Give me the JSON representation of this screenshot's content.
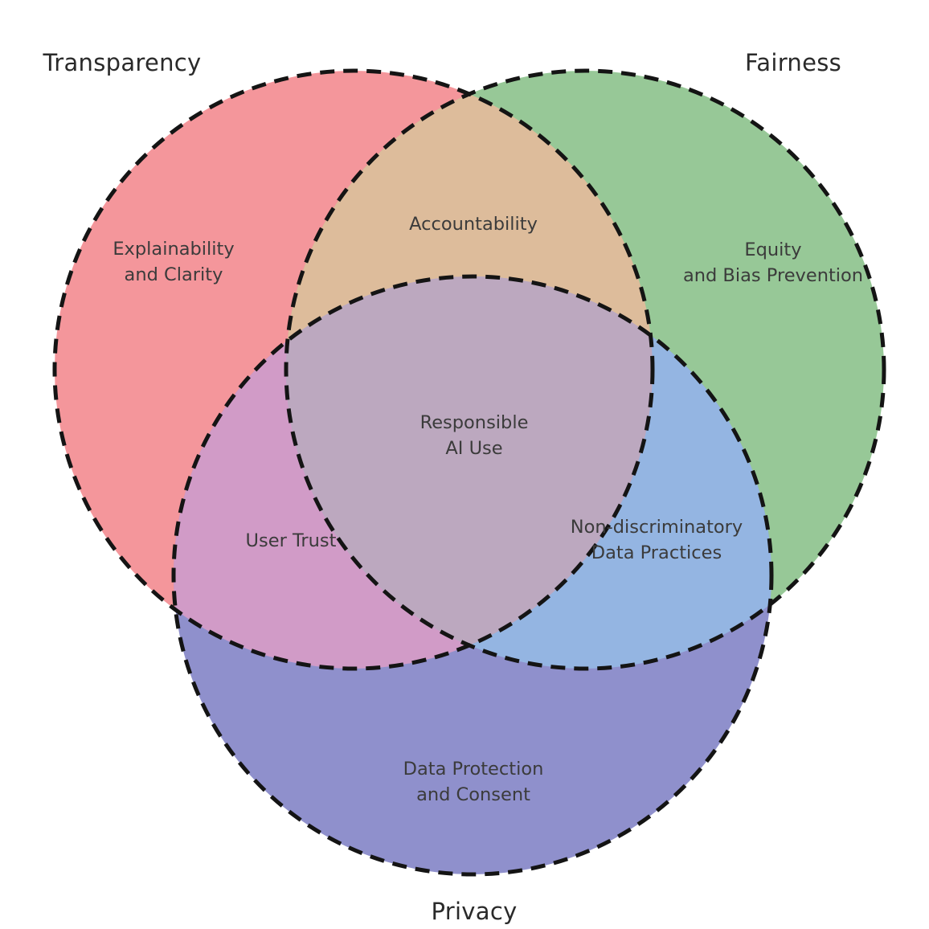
{
  "figure": {
    "background": "#ffffff",
    "outline_color": "#141414"
  },
  "venn": {
    "sets": [
      {
        "name": "Transparency",
        "color": "#f4969b",
        "label_lines": [
          "Explainability",
          "and Clarity"
        ]
      },
      {
        "name": "Fairness",
        "color": "#97c897",
        "label_lines": [
          "Equity",
          "and Bias Prevention"
        ]
      },
      {
        "name": "Privacy",
        "color": "#8f90cc",
        "label_lines": [
          "Data Protection",
          "and Consent"
        ]
      }
    ],
    "overlaps": {
      "transparency_fairness": {
        "label": "Accountability",
        "color": "#ddbc9b"
      },
      "transparency_privacy": {
        "label": "User Trust",
        "color": "#d19bc7"
      },
      "fairness_privacy": {
        "label_lines": [
          "Non-discriminatory",
          "Data Practices"
        ],
        "color": "#94b5e2"
      },
      "center": {
        "label_lines": [
          "Responsible",
          "AI Use"
        ],
        "color": "#bca8bf"
      }
    }
  }
}
